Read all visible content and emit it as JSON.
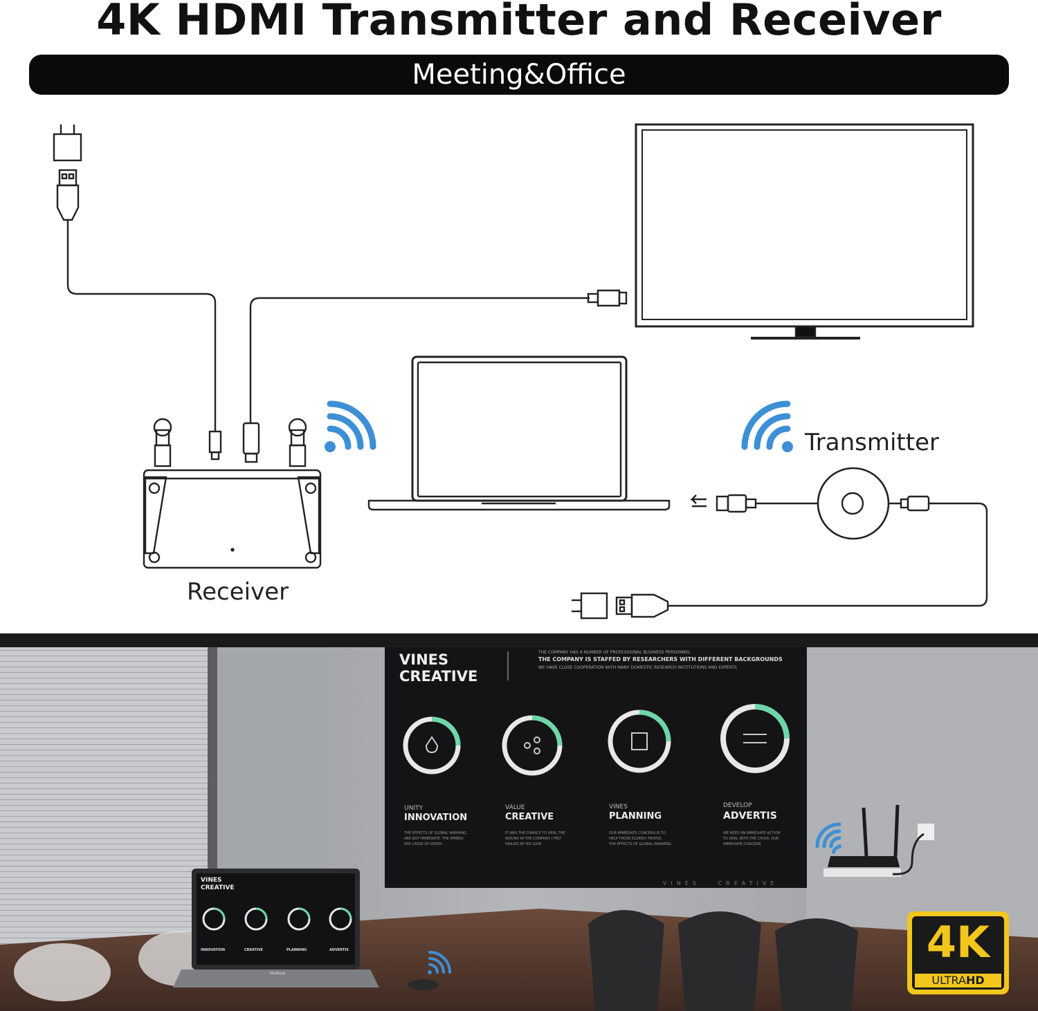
{
  "title": "4K HDMI Transmitter and Receiver",
  "banner": "Meeting&Office",
  "labels": {
    "receiver": "Receiver",
    "transmitter": "Transmitter"
  },
  "photo": {
    "tv_brand_line1": "VINES",
    "tv_brand_line2": "CREATIVE",
    "tv_intro_line1": "THE COMPANY HAS A NUMBER OF PROFESSIONAL BUSINESS PERSONNEL",
    "tv_intro_line2": "THE COMPANY IS STAFFED BY RESEARCHERS WITH DIFFERENT BACKGROUNDS",
    "tv_intro_line3": "WE HAVE CLOSE COOPERATION WITH MANY DOMESTIC RESEARCH INSTITUTIONS AND EXPERTS",
    "tv_footer": "VINES   CREATIVE",
    "items": [
      {
        "small": "UNITY",
        "big": "INNOVATION",
        "desc1": "THE EFFECTS OF GLOBAL WARMING",
        "desc2": "ARE NOT IMMEDIATE. THE IMMEDI-",
        "desc3": "ATE CAUSE OF DEATH"
      },
      {
        "small": "VALUE",
        "big": "CREATIVE",
        "desc1": "IT WAS THE CHANCE TO HEAL THE",
        "desc2": "WOUND IN THE COMPANY. I FELT",
        "desc3": "HEALED BY HIS LOVE"
      },
      {
        "small": "VINES",
        "big": "PLANNING",
        "desc1": "OUR IMMEDIATE CONCERN IS TO",
        "desc2": "HELP THOSE ELDERLY PEOPLE.",
        "desc3": "THE EFFECTS OF GLOBAL WARMING"
      },
      {
        "small": "DEVELOP",
        "big": "ADVERTIS",
        "desc1": "WE NEED AN IMMEDIATE ACTION",
        "desc2": "TO DEAL WITH THE CRISIS. OUR",
        "desc3": "IMMEDIATE CONCERN"
      }
    ],
    "laptop_brand": "MacBook",
    "badge_big": "4K",
    "badge_ultra": "ULTRA",
    "badge_hd": "HD"
  },
  "colors": {
    "wifi_blue": "#3d8fd6",
    "accent_green": "#6fd6a7",
    "badge_gold": "#f2c61c"
  }
}
